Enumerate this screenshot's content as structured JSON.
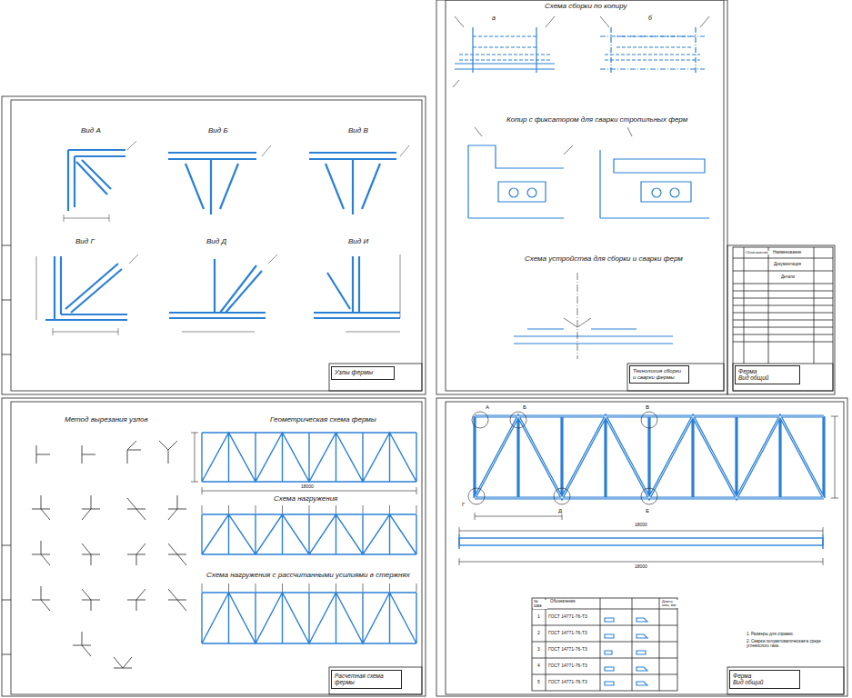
{
  "diagram": {
    "nodes": [
      {
        "text": [
          "Узлы фермы"
        ]
      },
      {
        "text": [
          "Технология сборки и сварки фермы"
        ]
      },
      {
        "text": [
          "Ферма",
          "Вид общий"
        ]
      },
      {
        "text": [
          "Расчетная схема фермы"
        ]
      },
      {
        "text": [
          "Ферма",
          "Вид общий"
        ]
      }
    ],
    "labels": [
      "Вид А",
      "Вид Б",
      "Вид В",
      "Вид Г",
      "Вид Д",
      "Вид И",
      "Схема сборки по копиру",
      "а",
      "б",
      "Копир с фиксатором для сварки стропильных ферм",
      "Схема устройства для сборки и сварки ферм",
      "Метод вырезания узлов",
      "Геометрическая схема фермы",
      "Схема нагружения",
      "Схема нагружения с рассчитанными усилиями в стержнях",
      "18000",
      "А",
      "Б",
      "В",
      "Г",
      "Д",
      "Е",
      "18000",
      "18000",
      "№ шва",
      "Обозначение",
      "Длина шва, мм",
      "1",
      "2",
      "3",
      "4",
      "5",
      "ГОСТ 14771-76-Т3",
      "ГОСТ 14771-76-Т3",
      "ГОСТ 14771-76-Т3",
      "ГОСТ 14771-76-Т3",
      "ГОСТ 14771-76-Т3",
      "Обозначение",
      "Наименование",
      "Документация",
      "Детали",
      "1. Размеры для справки.",
      "2. Сварка полуавтоматическая в среде углекислого газа."
    ]
  }
}
